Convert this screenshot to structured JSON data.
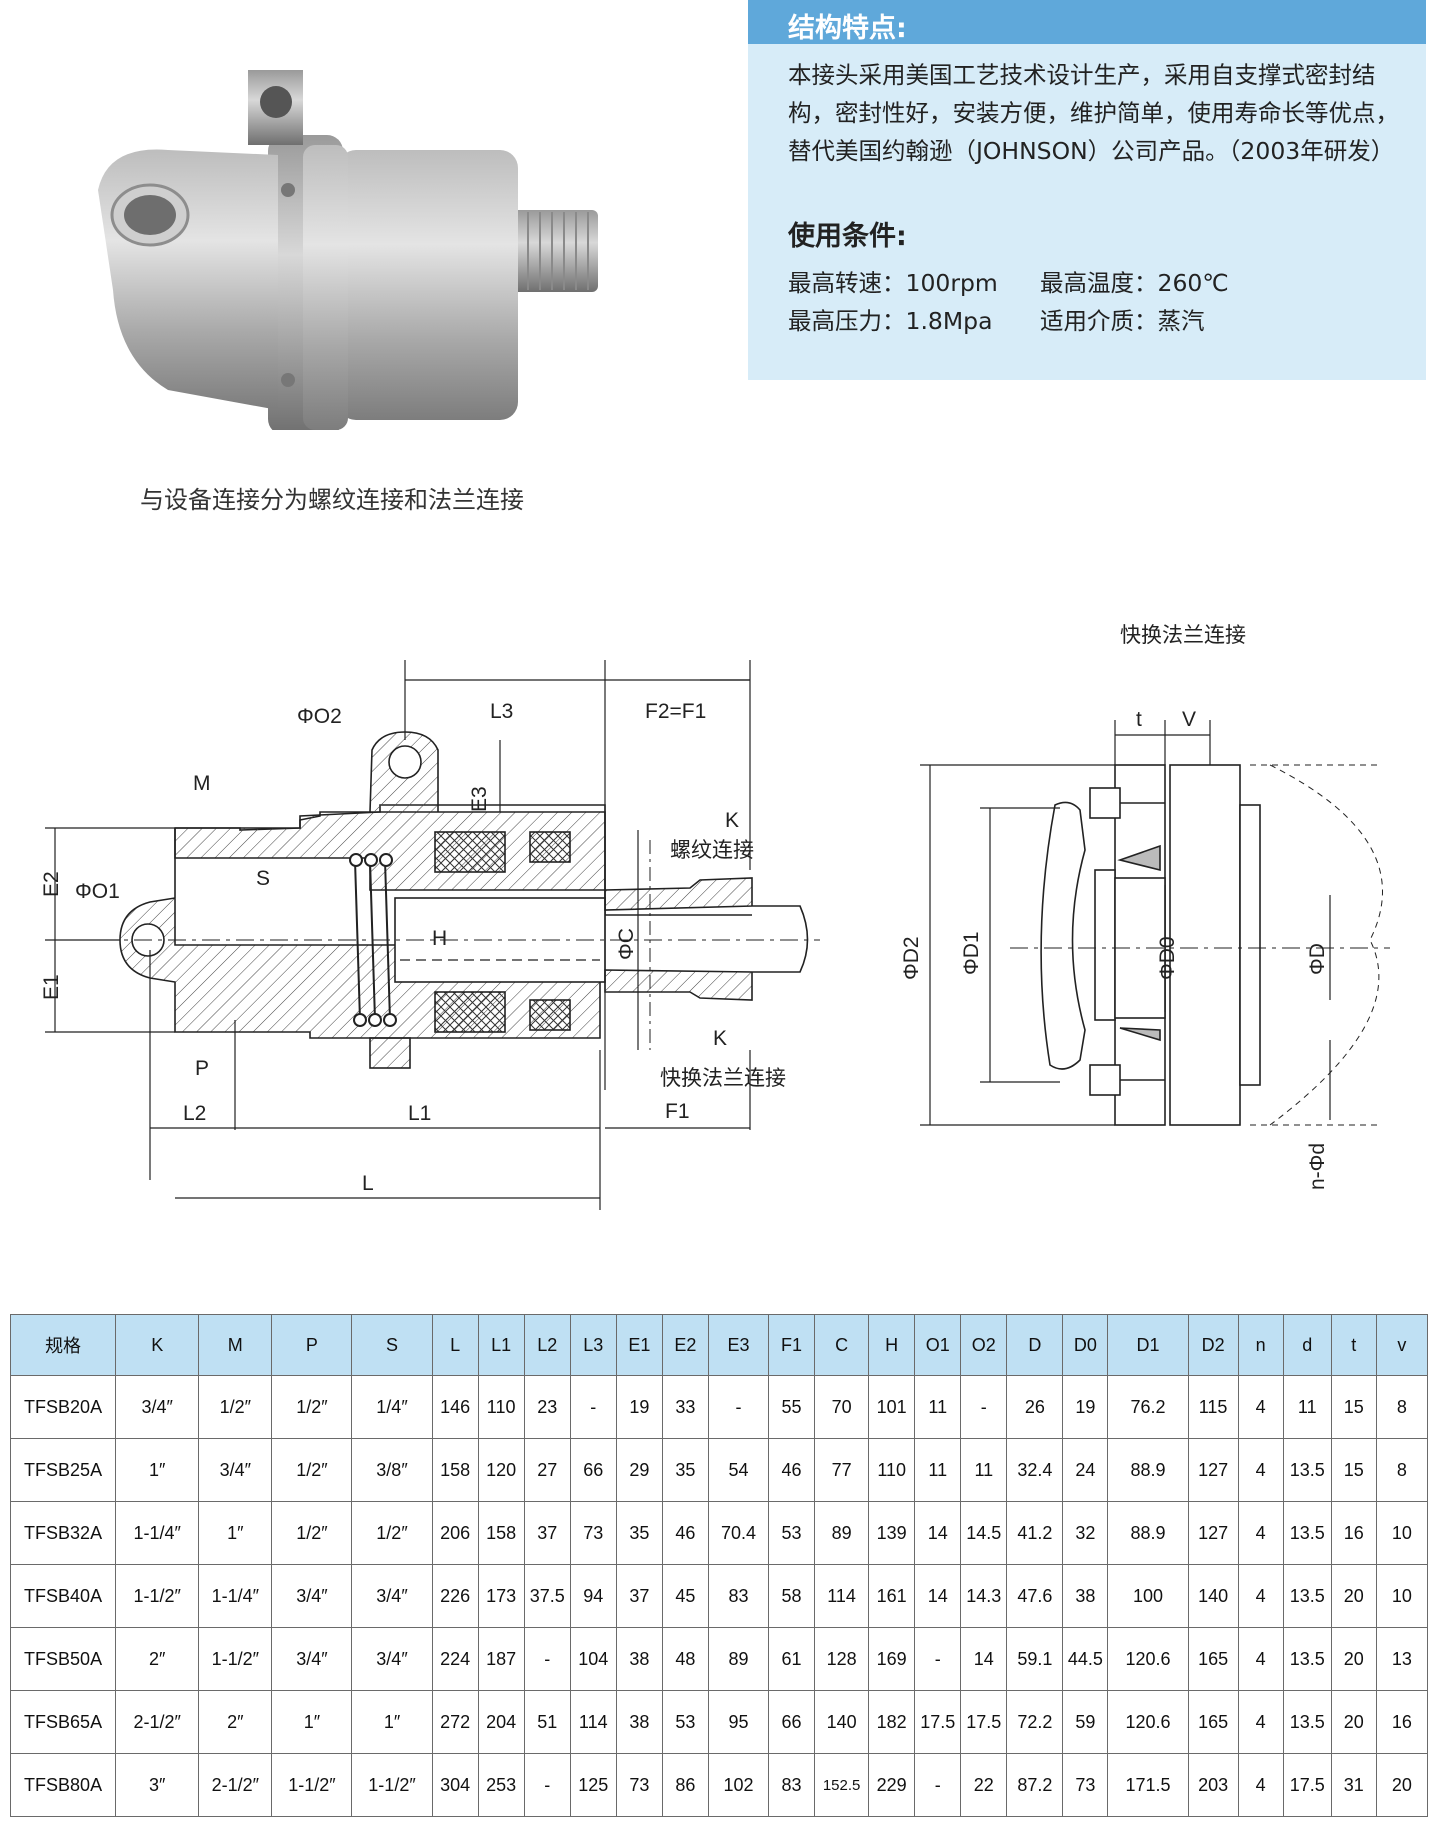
{
  "photo": {
    "alt_icon": "rotary-joint-photo"
  },
  "caption": "与设备连接分为螺纹连接和法兰连接",
  "features": {
    "title": "结构特点:",
    "text": "本接头采用美国工艺技术设计生产，采用自支撑式密封结构，密封性好，安装方便，维护简单，使用寿命长等优点，替代美国约翰逊（JOHNSON）公司产品。（2003年研发）"
  },
  "conditions": {
    "title": "使用条件:",
    "speed": "最高转速：100rpm",
    "temp": "最高温度：260℃",
    "pressure": "最高压力：1.8Mpa",
    "medium": "适用介质：蒸汽"
  },
  "drawing": {
    "left_labels": {
      "L3": "L3",
      "F2F1": "F2=F1",
      "O2": "ΦO2",
      "M": "M",
      "E3": "E3",
      "K_top": "K",
      "thread": "螺纹连接",
      "E2": "E2",
      "O1": "ΦO1",
      "S": "S",
      "H": "H",
      "C": "ΦC",
      "E1": "E1",
      "P": "P",
      "K_bot": "K",
      "flange_quick": "快换法兰连接",
      "L2": "L2",
      "L1": "L1",
      "F1": "F1",
      "L": "L"
    },
    "right_labels": {
      "title": "快换法兰连接",
      "t": "t",
      "V": "V",
      "D2": "ΦD2",
      "D1": "ΦD1",
      "D0": "ΦD0",
      "D": "ΦD",
      "nd": "n-Φd"
    }
  },
  "table": {
    "headers": [
      "规格",
      "K",
      "M",
      "P",
      "S",
      "L",
      "L1",
      "L2",
      "L3",
      "E1",
      "E2",
      "E3",
      "F1",
      "C",
      "H",
      "O1",
      "O2",
      "D",
      "D0",
      "D1",
      "D2",
      "n",
      "d",
      "t",
      "v"
    ],
    "rows": [
      [
        "TFSB20A",
        "3/4″",
        "1/2″",
        "1/2″",
        "1/4″",
        "146",
        "110",
        "23",
        "-",
        "19",
        "33",
        "-",
        "55",
        "70",
        "101",
        "11",
        "-",
        "26",
        "19",
        "76.2",
        "115",
        "4",
        "11",
        "15",
        "8"
      ],
      [
        "TFSB25A",
        "1″",
        "3/4″",
        "1/2″",
        "3/8″",
        "158",
        "120",
        "27",
        "66",
        "29",
        "35",
        "54",
        "46",
        "77",
        "110",
        "11",
        "11",
        "32.4",
        "24",
        "88.9",
        "127",
        "4",
        "13.5",
        "15",
        "8"
      ],
      [
        "TFSB32A",
        "1-1/4″",
        "1″",
        "1/2″",
        "1/2″",
        "206",
        "158",
        "37",
        "73",
        "35",
        "46",
        "70.4",
        "53",
        "89",
        "139",
        "14",
        "14.5",
        "41.2",
        "32",
        "88.9",
        "127",
        "4",
        "13.5",
        "16",
        "10"
      ],
      [
        "TFSB40A",
        "1-1/2″",
        "1-1/4″",
        "3/4″",
        "3/4″",
        "226",
        "173",
        "37.5",
        "94",
        "37",
        "45",
        "83",
        "58",
        "114",
        "161",
        "14",
        "14.3",
        "47.6",
        "38",
        "100",
        "140",
        "4",
        "13.5",
        "20",
        "10"
      ],
      [
        "TFSB50A",
        "2″",
        "1-1/2″",
        "3/4″",
        "3/4″",
        "224",
        "187",
        "-",
        "104",
        "38",
        "48",
        "89",
        "61",
        "128",
        "169",
        "-",
        "14",
        "59.1",
        "44.5",
        "120.6",
        "165",
        "4",
        "13.5",
        "20",
        "13"
      ],
      [
        "TFSB65A",
        "2-1/2″",
        "2″",
        "1″",
        "1″",
        "272",
        "204",
        "51",
        "114",
        "38",
        "53",
        "95",
        "66",
        "140",
        "182",
        "17.5",
        "17.5",
        "72.2",
        "59",
        "120.6",
        "165",
        "4",
        "13.5",
        "20",
        "16"
      ],
      [
        "TFSB80A",
        "3″",
        "2-1/2″",
        "1-1/2″",
        "1-1/2″",
        "304",
        "253",
        "-",
        "125",
        "73",
        "86",
        "102",
        "83",
        "152.5",
        "229",
        "-",
        "22",
        "87.2",
        "73",
        "171.5",
        "203",
        "4",
        "17.5",
        "31",
        "20"
      ]
    ]
  }
}
